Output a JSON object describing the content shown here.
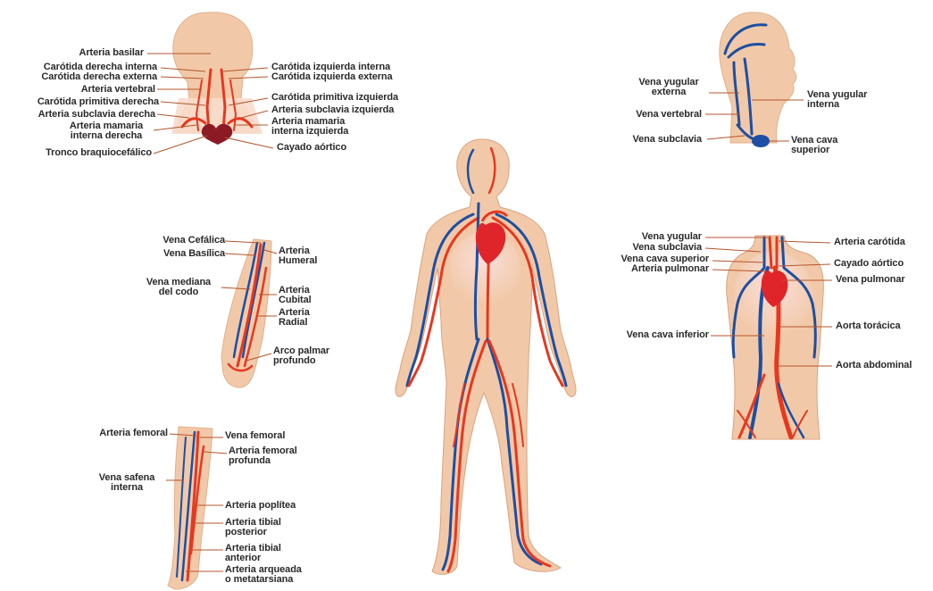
{
  "colors": {
    "skin": "#f2c9a8",
    "skin_edge": "#d9a27e",
    "artery": "#e8371f",
    "vein": "#1c4fa3",
    "heart": "#e0252a",
    "dark_red": "#8b1a24",
    "leader": "#b3552c",
    "text": "#2a2a2a"
  },
  "head": {
    "arteria_basilar": "Arteria basilar",
    "carotida_der_int": "Carótida derecha interna",
    "carotida_der_ext": "Carótida derecha externa",
    "arteria_vertebral": "Arteria vertebral",
    "carotida_prim_der": "Carótida primitiva derecha",
    "subclavia_der": "Arteria subclavia derecha",
    "mamaria_der": "Arteria mamaria\ninterna derecha",
    "tronco": "Tronco braquiocefálico",
    "carotida_izq_int": "Carótida izquierda interna",
    "carotida_izq_ext": "Carótida izquierda externa",
    "carotida_prim_izq": "Carótida primitiva izquierda",
    "subclavia_izq": "Arteria subclavia izquierda",
    "mamaria_izq": "Arteria mamaria\ninterna izquierda",
    "cayado": "Cayado aórtico"
  },
  "head_veins": {
    "yugular_ext": "Vena yugular\nexterna",
    "vertebral": "Vena vertebral",
    "subclavia": "Vena subclavia",
    "yugular_int": "Vena yugular\ninterna",
    "cava_sup": "Vena cava\nsuperior"
  },
  "arm": {
    "cefalica": "Vena Cefálica",
    "basilica": "Vena Basílica",
    "mediana": "Vena mediana\ndel codo",
    "humeral": "Arteria\nHumeral",
    "cubital": "Arteria\nCubital",
    "radial": "Arteria\nRadial",
    "arco": "Arco palmar\nprofundo"
  },
  "leg": {
    "art_femoral": "Arteria femoral",
    "safena": "Vena safena\ninterna",
    "vena_femoral": "Vena femoral",
    "femoral_prof": "Arteria femoral\nprofunda",
    "poplitea": "Arteria poplítea",
    "tibial_post": "Arteria tibial\nposterior",
    "tibial_ant": "Arteria tibial\nanterior",
    "arqueada": "Arteria arqueada\no metatarsiana"
  },
  "torso": {
    "yugular": "Vena yugular",
    "subclavia": "Vena subclavia",
    "cava_sup": "Vena cava superior",
    "art_pulmonar": "Arteria pulmonar",
    "cava_inf": "Vena cava inferior",
    "carotida": "Arteria carótida",
    "cayado": "Cayado aórtico",
    "vena_pulmonar": "Vena pulmonar",
    "aorta_toracica": "Aorta torácica",
    "aorta_abdominal": "Aorta abdominal"
  }
}
